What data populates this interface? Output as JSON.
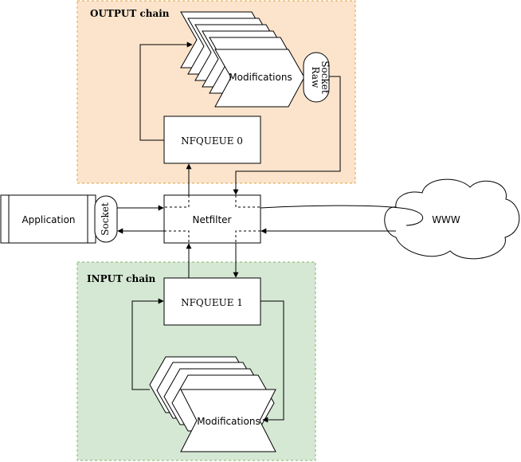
{
  "output_chain": {
    "title": "OUTPUT chain",
    "fill": "#fce4cc",
    "border": "#e0a040"
  },
  "input_chain": {
    "title": "INPUT chain",
    "fill": "#d5e8d4",
    "border": "#82b366"
  },
  "nodes": {
    "application": "Application",
    "socket": "Socket",
    "netfilter": "Netfilter",
    "nfqueue0": "NFQUEUE 0",
    "nfqueue1": "NFQUEUE 1",
    "raw_socket_line1": "Raw",
    "raw_socket_line2": "Socket",
    "modifications_output": "Modifications",
    "modifications_input": "Modifications",
    "www": "WWW"
  }
}
